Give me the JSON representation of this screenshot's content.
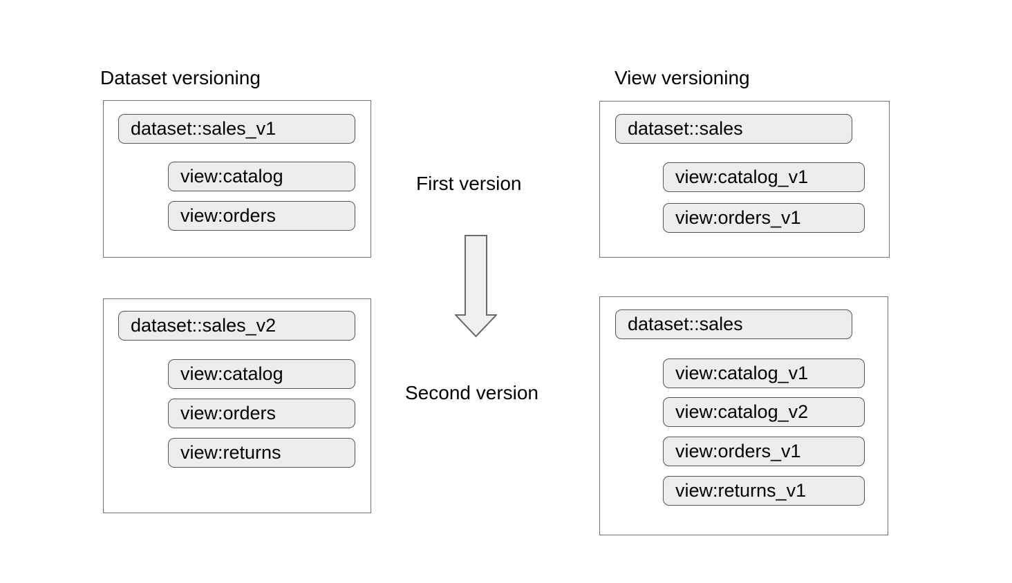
{
  "titles": {
    "left": "Dataset versioning",
    "right": "View versioning"
  },
  "center": {
    "first_label": "First version",
    "second_label": "Second version",
    "arrow_icon": "down-arrow"
  },
  "boxes": {
    "dataset_v1": {
      "dataset": "dataset::sales_v1",
      "views": [
        "view:catalog",
        "view:orders"
      ]
    },
    "view_v1": {
      "dataset": "dataset::sales",
      "views": [
        "view:catalog_v1",
        "view:orders_v1"
      ]
    },
    "dataset_v2": {
      "dataset": "dataset::sales_v2",
      "views": [
        "view:catalog",
        "view:orders",
        "view:returns"
      ]
    },
    "view_v2": {
      "dataset": "dataset::sales",
      "views": [
        "view:catalog_v1",
        "view:catalog_v2",
        "view:orders_v1",
        "view:returns_v1"
      ]
    }
  },
  "colors": {
    "pill_fill": "#ededed",
    "pill_border": "#545454",
    "box_border": "#6f6f6f",
    "arrow_fill": "#f0f0f0",
    "arrow_border": "#6a6a6a",
    "text": "#000000",
    "background": "#ffffff"
  }
}
